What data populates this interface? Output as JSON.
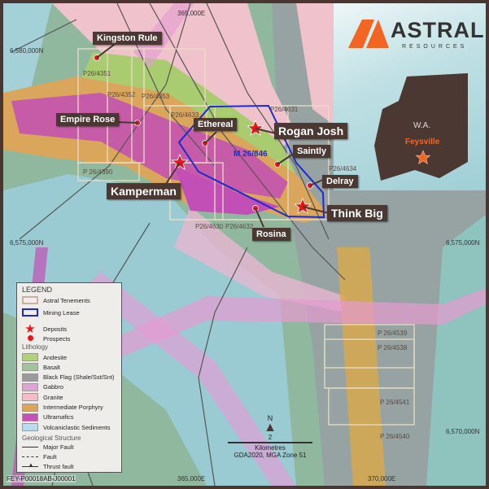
{
  "logo": {
    "name": "ASTRAL",
    "sub": "RESOURCES",
    "brand_color": "#f26522"
  },
  "inset": {
    "region": "W.A.",
    "site": "Feysville",
    "site_color": "#f26522"
  },
  "coordinates": {
    "n_6580": "6,580,000N",
    "n_6575_left": "6,575,000N",
    "n_6575_right": "6,575,000N",
    "n_6570": "6,570,000N",
    "e_365_top": "365,000E",
    "e_365_bottom": "365,000E",
    "e_370": "370,000E"
  },
  "deposits": [
    "Rogan Josh",
    "Kamperman",
    "Think Big"
  ],
  "prospects": [
    "Kingston Rule",
    "Empire Rose",
    "Ethereal",
    "Saintly",
    "Delray",
    "Rosina"
  ],
  "tenements": [
    "P26/4351",
    "P26/4352",
    "P26/4353",
    "P26/4633",
    "P26/4631",
    "P 26/4390",
    "P26/4634",
    "P26/4630",
    "P26/4632",
    "P 26/4539",
    "P 26/4538",
    "P 26/4541",
    "P 26/4540"
  ],
  "mining_lease": "M 26/846",
  "legend": {
    "title": "LEGEND",
    "items": [
      {
        "label": "Astral Tenements"
      },
      {
        "label": "Mining Lease"
      },
      {
        "label": "Deposits"
      },
      {
        "label": "Prospects"
      }
    ],
    "lithology_title": "Lithology",
    "lithology": [
      {
        "label": "Andesite",
        "color": "#b5d07a"
      },
      {
        "label": "Basalt",
        "color": "#a3c49a"
      },
      {
        "label": "Black Flag (Shale/Sst/Snt)",
        "color": "#9a9a9a"
      },
      {
        "label": "Gabbro",
        "color": "#dca5d4"
      },
      {
        "label": "Granite",
        "color": "#f5bcc8"
      },
      {
        "label": "Intermediate Porphyry",
        "color": "#dba55a"
      },
      {
        "label": "Ultramafics",
        "color": "#c94fb8"
      },
      {
        "label": "Volcaniclastic Sediments",
        "color": "#b7dcef"
      }
    ],
    "structure_title": "Geological Structure",
    "structure": [
      {
        "label": "Major Fault"
      },
      {
        "label": "Fault"
      },
      {
        "label": "Thrust fault"
      }
    ]
  },
  "scale": {
    "north": "N",
    "value": "2",
    "unit": "Kilometres",
    "datum": "GDA2020, MGA Zone 51"
  },
  "figure_code": "FEY-P00018AB-J00001"
}
